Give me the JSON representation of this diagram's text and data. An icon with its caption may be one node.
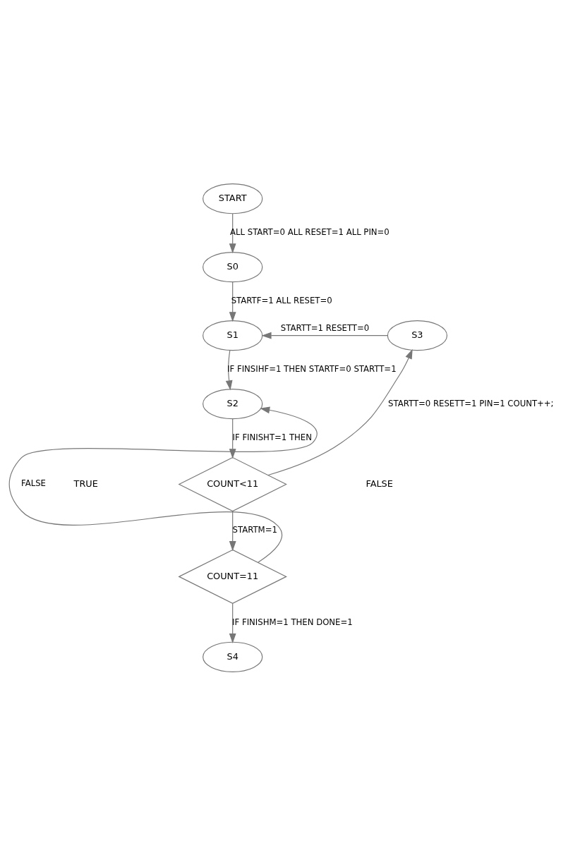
{
  "diagram": {
    "nodes": [
      {
        "text": [
          "START"
        ]
      },
      {
        "text": [
          "S0"
        ]
      },
      {
        "text": [
          "S1"
        ]
      },
      {
        "text": [
          "S3"
        ]
      },
      {
        "text": [
          "S2"
        ]
      },
      {
        "text": [
          "COUNT<11"
        ]
      },
      {
        "text": [
          "COUNT=11"
        ]
      },
      {
        "text": [
          "S4"
        ]
      }
    ],
    "edges": [
      {
        "from": 0,
        "to": 1,
        "arrow": "to",
        "label": "ALL START=0 ALL RESET=1 ALL PIN=0"
      },
      {
        "from": 1,
        "to": 2,
        "arrow": "to",
        "label": "STARTF=1 ALL RESET=0"
      },
      {
        "from": 2,
        "to": 4,
        "arrow": "to",
        "label": "IF FINSIHF=1 THEN STARTF=0 STARTT=1"
      },
      {
        "from": 4,
        "to": 5,
        "arrow": "to",
        "label": "IF FINISHT=1 THEN"
      },
      {
        "from": 5,
        "to": 3,
        "arrow": "to",
        "label": "STARTT=0 RESETT=1 PIN=1 COUNT++;"
      },
      {
        "from": 3,
        "to": 2,
        "arrow": "to",
        "label": "STARTT=1 RESETT=0"
      },
      {
        "from": 5,
        "to": 6,
        "arrow": "to",
        "label": "STARTM=1"
      },
      {
        "from": 6,
        "to": 4,
        "arrow": "to",
        "label": "FALSE"
      },
      {
        "from": 6,
        "to": 7,
        "arrow": "to",
        "label": "IF FINISHM=1 THEN DONE=1"
      }
    ],
    "labels": [
      "TRUE",
      "FALSE"
    ]
  }
}
